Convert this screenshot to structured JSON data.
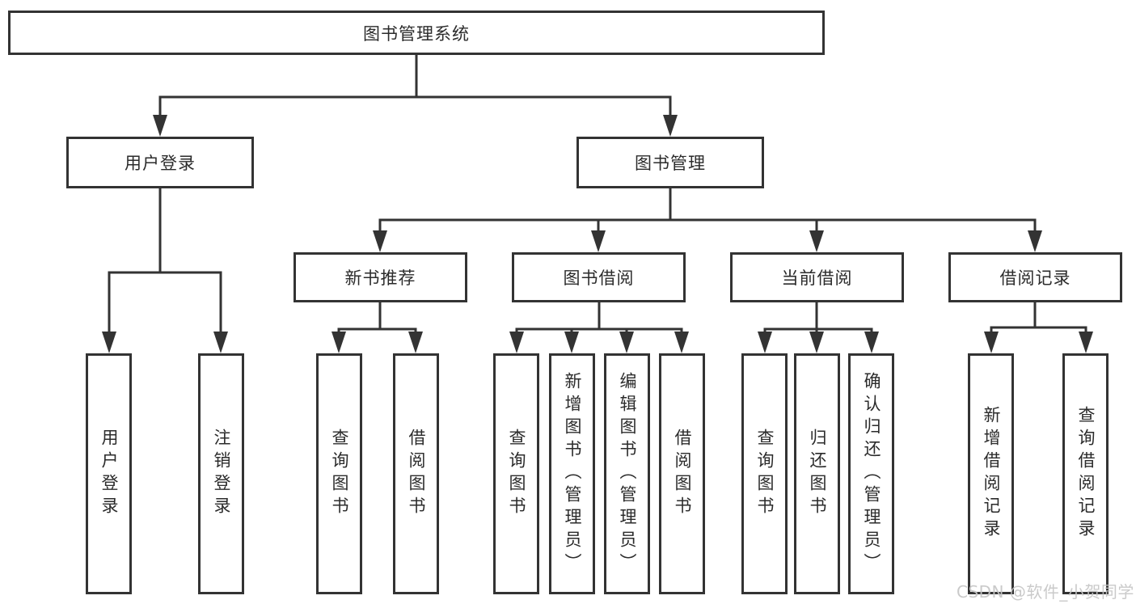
{
  "diagram": {
    "root_label": "图书管理系统",
    "branches": [
      {
        "label": "用户登录",
        "leaves": [
          {
            "label": "用户登录"
          },
          {
            "label": "注销登录"
          }
        ]
      },
      {
        "label": "图书管理",
        "groups": [
          {
            "label": "新书推荐",
            "leaves": [
              {
                "label": "查询图书"
              },
              {
                "label": "借阅图书"
              }
            ]
          },
          {
            "label": "图书借阅",
            "leaves": [
              {
                "label": "查询图书"
              },
              {
                "label": "新增图书（管理员）"
              },
              {
                "label": "编辑图书（管理员）"
              },
              {
                "label": "借阅图书"
              }
            ]
          },
          {
            "label": "当前借阅",
            "leaves": [
              {
                "label": "查询图书"
              },
              {
                "label": "归还图书"
              },
              {
                "label": "确认归还（管理员）"
              }
            ]
          },
          {
            "label": "借阅记录",
            "leaves": [
              {
                "label": "新增借阅记录"
              },
              {
                "label": "查询借阅记录"
              }
            ]
          }
        ]
      }
    ],
    "line_color": "#333333"
  },
  "watermark": {
    "text": "CSDN @软件_小贺同学"
  }
}
